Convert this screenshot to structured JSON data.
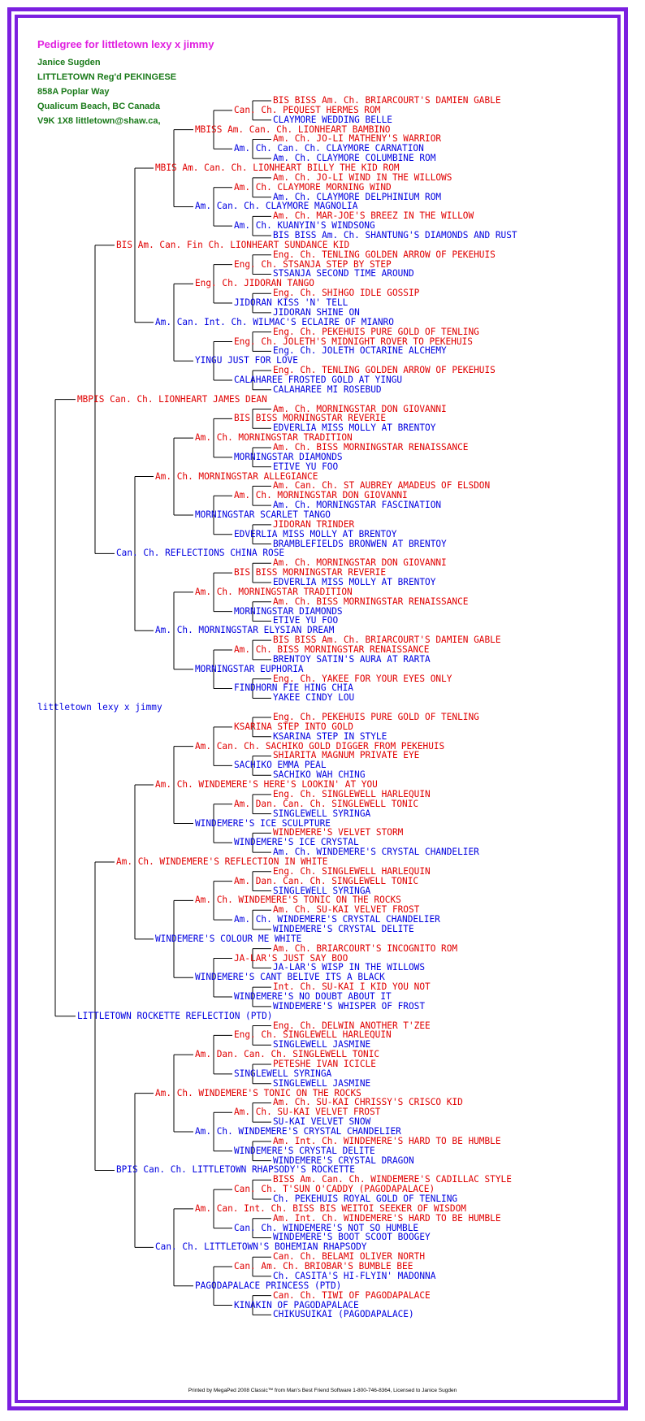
{
  "title": "Pedigree for littletown lexy x jimmy",
  "owner_lines": [
    "Janice Sugden",
    "LITTLETOWN Reg'd PEKINGESE",
    "858A Poplar Way",
    "Qualicum Beach, BC Canada",
    "V9K 1X8 littletown@shaw.ca,"
  ],
  "colors": {
    "border": "#7b1fe0",
    "title": "#e020e0",
    "owner": "#1a7a1a",
    "male": "#e00000",
    "female": "#0000e0"
  },
  "pedigree": [
    "BIS BISS Am. Ch. BRIARCOURT'S DAMIEN GABLE",
    "Can. Ch. PEQUEST HERMES ROM",
    "CLAYMORE WEDDING BELLE",
    "MBISS Am. Can. Ch. LIONHEART BAMBINO",
    "Am. Ch. JO-LI MATHENY'S WARRIOR",
    "Am. Ch. Can. Ch. CLAYMORE CARNATION",
    "Am. Ch. CLAYMORE COLUMBINE ROM",
    "MBIS Am. Can. Ch. LIONHEART BILLY THE KID ROM",
    "Am. Ch. JO-LI WIND IN THE WILLOWS",
    "Am. Ch. CLAYMORE MORNING WIND",
    "Am. Ch. CLAYMORE DELPHINIUM ROM",
    "Am. Can. Ch. CLAYMORE MAGNOLIA",
    "Am. Ch. MAR-JOE'S BREEZ IN THE WILLOW",
    "Am. Ch. KUANYIN'S WINDSONG",
    "BIS BISS Am. Ch. SHANTUNG'S DIAMONDS AND RUST",
    "BIS Am. Can. Fin Ch. LIONHEART SUNDANCE KID",
    "Eng. Ch. TENLING GOLDEN ARROW OF PEKEHUIS",
    "Eng. Ch. STSANJA STEP BY STEP",
    "STSANJA SECOND TIME AROUND",
    "Eng. Ch. JIDORAN TANGO",
    "Eng. Ch. SHIHGO IDLE GOSSIP",
    "JIDORAN KISS 'N' TELL",
    "JIDORAN SHINE ON",
    "Am. Can. Int. Ch. WILMAC'S ECLAIRE OF MIANRO",
    "Eng. Ch. PEKEHUIS PURE GOLD OF TENLING",
    "Eng. Ch. JOLETH'S MIDNIGHT ROVER TO PEKEHUIS",
    "Eng. Ch. JOLETH OCTARINE ALCHEMY",
    "YINGU JUST FOR LOVE",
    "Eng. Ch. TENLING GOLDEN ARROW OF PEKEHUIS",
    "CALAHAREE FROSTED GOLD AT YINGU",
    "CALAHAREE MI ROSEBUD",
    "MBPIS Can. Ch. LIONHEART JAMES DEAN",
    "Am. Ch. MORNINGSTAR DON GIOVANNI",
    "BIS BISS MORNINGSTAR REVERIE",
    "EDVERLIA MISS MOLLY AT BRENTOY",
    "Am. Ch. MORNINGSTAR TRADITION",
    "Am. Ch. BISS MORNINGSTAR RENAISSANCE",
    "MORNINGSTAR DIAMONDS",
    "ETIVE YU FOO",
    "Am. Ch. MORNINGSTAR ALLEGIANCE",
    "Am. Can. Ch. ST AUBREY AMADEUS OF ELSDON",
    "Am. Ch. MORNINGSTAR DON GIOVANNI",
    "Am. Ch. MORNINGSTAR FASCINATION",
    "MORNINGSTAR SCARLET TANGO",
    "JIDORAN TRINDER",
    "EDVERLIA MISS MOLLY AT BRENTOY",
    "BRAMBLEFIELDS BRONWEN AT BRENTOY",
    "Can. Ch. REFLECTIONS CHINA ROSE",
    "Am. Ch. MORNINGSTAR DON GIOVANNI",
    "BIS BISS MORNINGSTAR REVERIE",
    "EDVERLIA MISS MOLLY AT BRENTOY",
    "Am. Ch. MORNINGSTAR TRADITION",
    "Am. Ch. BISS MORNINGSTAR RENAISSANCE",
    "MORNINGSTAR DIAMONDS",
    "ETIVE YU FOO",
    "Am. Ch. MORNINGSTAR ELYSIAN DREAM",
    "BIS BISS Am. Ch. BRIARCOURT'S DAMIEN GABLE",
    "Am. Ch. BISS MORNINGSTAR RENAISSANCE",
    "BRENTOY SATIN'S AURA AT RARTA",
    "MORNINGSTAR EUPHORIA",
    "Eng. Ch. YAKEE FOR YOUR EYES ONLY",
    "FINDHORN FIE HING CHIA",
    "YAKEE CINDY LOU",
    "littletown lexy x jimmy",
    "Eng. Ch. PEKEHUIS PURE GOLD OF TENLING",
    "KSARINA STEP INTO GOLD",
    "KSARINA STEP IN STYLE",
    "Am. Can. Ch. SACHIKO GOLD DIGGER FROM PEKEHUIS",
    "SHIARITA MAGNUM PRIVATE EYE",
    "SACHIKO EMMA PEAL",
    "SACHIKO WAH CHING",
    "Am. Ch. WINDEMERE'S HERE'S LOOKIN' AT YOU",
    "Eng. Ch. SINGLEWELL HARLEQUIN",
    "Am. Dan. Can. Ch. SINGLEWELL TONIC",
    "SINGLEWELL SYRINGA",
    "WINDEMERE'S ICE SCULPTURE",
    "WINDEMERE'S VELVET STORM",
    "WINDEMERE'S ICE CRYSTAL",
    "Am. Ch. WINDEMERE'S CRYSTAL CHANDELIER",
    "Am. Ch. WINDEMERE'S REFLECTION IN WHITE",
    "Eng. Ch. SINGLEWELL HARLEQUIN",
    "Am. Dan. Can. Ch. SINGLEWELL TONIC",
    "SINGLEWELL SYRINGA",
    "Am. Ch. WINDEMERE'S TONIC ON THE ROCKS",
    "Am. Ch. SU-KAI VELVET FROST",
    "Am. Ch. WINDEMERE'S CRYSTAL CHANDELIER",
    "WINDEMERE'S CRYSTAL DELITE",
    "WINDEMERE'S COLOUR ME WHITE",
    "Am. Ch. BRIARCOURT'S INCOGNITO ROM",
    "JA-LAR'S JUST SAY BOO",
    "JA-LAR'S WISP IN THE WILLOWS",
    "WINDEMERE'S CANT BELIVE ITS A BLACK",
    "Int. Ch. SU-KAI I KID YOU NOT",
    "WINDEMERE'S NO DOUBT ABOUT IT",
    "WINDEMERE'S WHISPER OF FROST",
    "LITTLETOWN ROCKETTE REFLECTION (PTD)",
    "Eng. Ch. DELWIN ANOTHER T'ZEE",
    "Eng. Ch. SINGLEWELL HARLEQUIN",
    "SINGLEWELL JASMINE",
    "Am. Dan. Can. Ch. SINGLEWELL TONIC",
    "PETESHE IVAN ICICLE",
    "SINGLEWELL SYRINGA",
    "SINGLEWELL JASMINE",
    "Am. Ch. WINDEMERE'S TONIC ON THE ROCKS",
    "Am. Ch. SU-KAI CHRISSY'S CRISCO KID",
    "Am. Ch. SU-KAI VELVET FROST",
    "SU-KAI VELVET SNOW",
    "Am. Ch. WINDEMERE'S CRYSTAL CHANDELIER",
    "Am. Int. Ch. WINDEMERE'S HARD TO BE HUMBLE",
    "WINDEMERE'S CRYSTAL DELITE",
    "WINDEMERE'S CRYSTAL DRAGON",
    "BPIS Can. Ch. LITTLETOWN RHAPSODY'S  ROCKETTE",
    "BISS Am. Can. Ch. WINDEMERE'S CADILLAC STYLE",
    "Can. Ch. T'SUN O'CADDY (PAGODAPALACE)",
    "Ch. PEKEHUIS ROYAL GOLD OF TENLING",
    "Am. Can. Int. Ch. BISS BIS WEITOI SEEKER OF WISDOM",
    "Am. Int. Ch. WINDEMERE'S HARD TO BE HUMBLE",
    "Can. Ch. WINDEMERE'S NOT SO HUMBLE",
    "WINDEMERE'S BOOT SCOOT BOOGEY",
    "Can. Ch. LITTLETOWN'S BOHEMIAN RHAPSODY",
    "Can. Ch. BELAMI OLIVER NORTH",
    "Can. Am. Ch. BRIOBAR'S BUMBLE BEE",
    "Ch. CASITA'S HI-FLYIN' MADONNA",
    "PAGODAPALACE PRINCESS (PTD)",
    "Can. Ch. TIWI OF PAGODAPALACE",
    "KINAKIN OF PAGODAPALACE",
    "CHIKUSUIKAI (PAGODAPALACE)"
  ],
  "footer": "Printed by MegaPed 2008 Classic™ from Man's Best Friend Software 1-800-746-8364, Licensed to Janice Sugden"
}
